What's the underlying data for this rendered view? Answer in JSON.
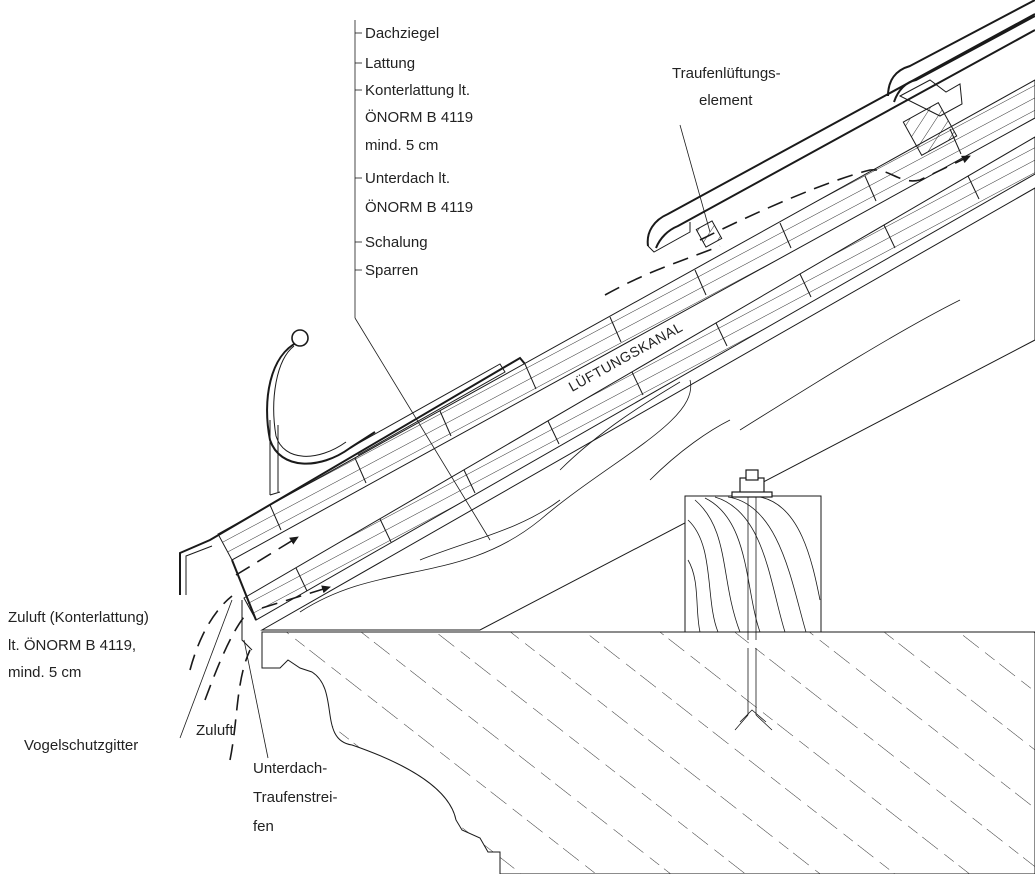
{
  "labels": {
    "layers": [
      "Dachziegel",
      "Lattung",
      "Konterlattung lt.",
      "ÖNORM B 4119",
      "mind. 5 cm",
      "Unterdach lt.",
      "ÖNORM B 4119",
      "Schalung",
      "Sparren"
    ],
    "traufe": [
      "Traufenlüftungs-",
      "element"
    ],
    "kanal": "LÜFTUNGSKANAL",
    "zuluft_konter": [
      "Zuluft (Konterlattung)",
      "lt. ÖNORM B 4119,",
      "mind. 5 cm"
    ],
    "vogel": "Vogelschutzgitter",
    "zuluft": "Zuluft",
    "unterdach_strip": [
      "Unterdach-",
      "Traufenstrei-",
      "fen"
    ]
  },
  "colors": {
    "line": "#1a1a1a",
    "text": "#222222",
    "background": "#ffffff"
  }
}
